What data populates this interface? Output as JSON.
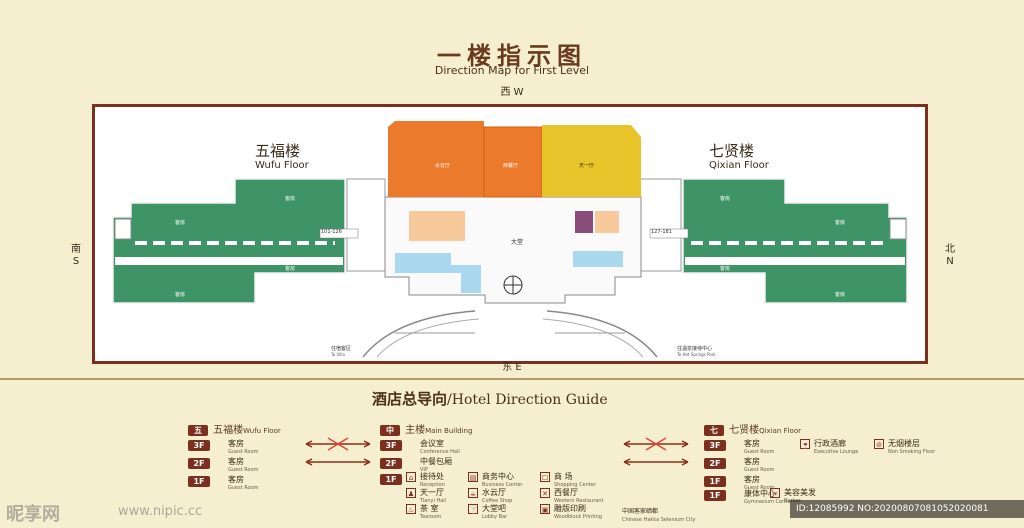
{
  "header": {
    "title_zh": "一楼指示图",
    "title_en": "Direction Map for First Level"
  },
  "directions": {
    "west": "西 W",
    "east": "东 E",
    "south_zh": "南",
    "south_en": "S",
    "north_zh": "北",
    "north_en": "N"
  },
  "buildings": {
    "wufu": {
      "zh": "五福楼",
      "en": "Wufu Floor"
    },
    "qixian": {
      "zh": "七贤楼",
      "en": "Qixian Floor"
    }
  },
  "map_labels": {
    "guest_room_zh": "客房",
    "guest_room_en": "Guest Room",
    "room_range_left": "101-126",
    "room_range_right": "127-181",
    "hall": "大堂",
    "restaurant_1": "水云厅",
    "restaurant_2": "西餐厅",
    "restaurant_3": "天一厅",
    "parking_left_zh": "住宿客区",
    "parking_left_en": "To Villa",
    "parking_right_zh": "往温泉接待中心",
    "parking_right_en": "To Hot Springs Park"
  },
  "guide": {
    "title_zh": "酒店总导向",
    "title_en": "/Hotel Direction Guide",
    "columns": [
      {
        "tag": "五",
        "name_zh": "五福楼",
        "name_en": "Wufu Floor",
        "floors": [
          {
            "floor": "3F",
            "items": [
              {
                "zh": "客房",
                "en": "Guest Room"
              }
            ]
          },
          {
            "floor": "2F",
            "items": [
              {
                "zh": "客房",
                "en": "Guest Room"
              }
            ]
          },
          {
            "floor": "1F",
            "items": [
              {
                "zh": "客房",
                "en": "Guest Room"
              }
            ]
          }
        ]
      },
      {
        "tag": "中",
        "name_zh": "主楼",
        "name_en": "Main Building",
        "floors": [
          {
            "floor": "3F",
            "items": [
              {
                "zh": "会议室",
                "en": "Conference Hall"
              }
            ]
          },
          {
            "floor": "2F",
            "items": [
              {
                "zh": "中餐包厢",
                "en": "VIP"
              }
            ]
          },
          {
            "floor": "1F",
            "items": [
              {
                "zh": "接待处",
                "en": "Reception"
              },
              {
                "zh": "商务中心",
                "en": "Business Center"
              },
              {
                "zh": "商 场",
                "en": "Shopping Center"
              },
              {
                "zh": "天一厅",
                "en": "Tianyi Hall"
              },
              {
                "zh": "水云厅",
                "en": "Coffee Shop"
              },
              {
                "zh": "西餐厅",
                "en": "Western Restaurant"
              },
              {
                "zh": "茶 室",
                "en": "Tearoom"
              },
              {
                "zh": "大堂吧",
                "en": "Lobby Bar"
              },
              {
                "zh": "雕版印刷",
                "en": "Woodblock Printing"
              },
              {
                "zh": "中国客家硒都",
                "en": "Chinese Hakka Selenium City"
              }
            ]
          }
        ]
      },
      {
        "tag": "七",
        "name_zh": "七贤楼",
        "name_en": "Qixian Floor",
        "floors": [
          {
            "floor": "3F",
            "items": [
              {
                "zh": "客房",
                "en": "Guest Room"
              },
              {
                "zh": "行政酒廊",
                "en": "Executive Lounge"
              },
              {
                "zh": "无烟楼层",
                "en": "Non Smoking Floor"
              }
            ]
          },
          {
            "floor": "2F",
            "items": [
              {
                "zh": "客房",
                "en": "Guest Room"
              }
            ]
          },
          {
            "floor": "1F",
            "items": [
              {
                "zh": "客房",
                "en": "Guest Room"
              },
              {
                "zh": "康体中心",
                "en": "Gymnasium Center"
              },
              {
                "zh": "美容美发",
                "en": "Barber"
              }
            ]
          }
        ]
      }
    ]
  },
  "watermark": {
    "left": "昵享网",
    "url": "www.nipic.cc",
    "id": "ID:12085992 NO:20200807081052020081"
  },
  "colors": {
    "background": "#f6efcf",
    "border": "#7a2f1f",
    "green": "#3e9467",
    "orange": "#ec7a2d",
    "yellow": "#e6c42a",
    "peach": "#f8c99b",
    "blue": "#a9d8ef",
    "purple": "#8a4d7a"
  }
}
